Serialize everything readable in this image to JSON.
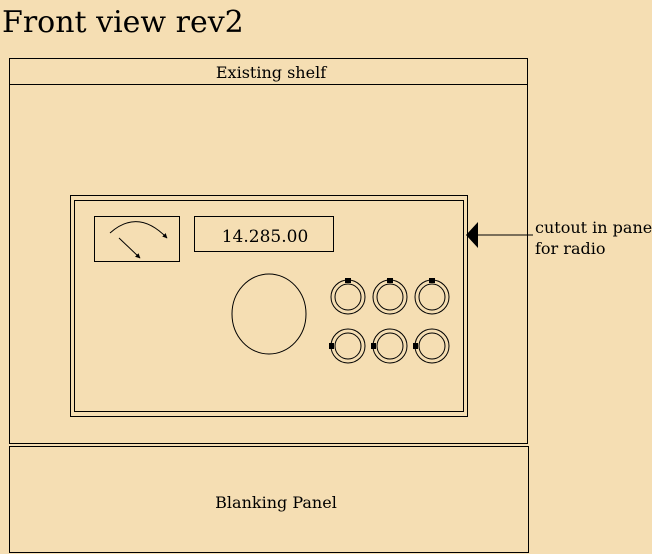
{
  "title": "Front view rev2",
  "labels": {
    "shelf": "Existing shelf",
    "blanking_panel": "Blanking Panel",
    "cutout_line1": "cutout in panel",
    "cutout_line2": "for radio"
  },
  "radio": {
    "frequency_display": "14.285.00"
  },
  "colors": {
    "background": "#f5deb3",
    "stroke": "#000000"
  }
}
